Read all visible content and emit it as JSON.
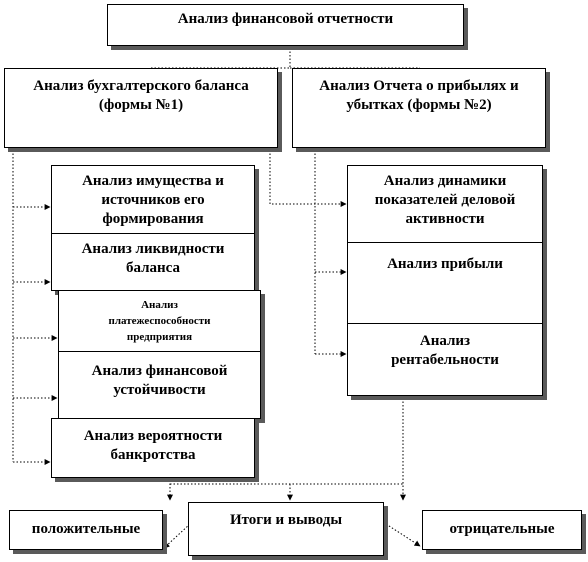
{
  "nodes": {
    "root": "Анализ финансовой отчетности",
    "balance": "Анализ бухгалтерского баланса (формы №1)",
    "profit_report": "Анализ Отчета о прибылях и убытках (формы №2)",
    "assets": "Анализ имущества и источников его формирования",
    "liquidity": "Анализ ликвидности баланса",
    "solvency": "Анализ платежеспособности предприятия",
    "stability": "Анализ финансовой устойчивости",
    "bankruptcy": "Анализ вероятности банкротства",
    "business_activity": "Анализ динамики показателей деловой активности",
    "profit": "Анализ прибыли",
    "profitability": "Анализ рентабельности",
    "results": "Итоги и выводы",
    "positive": "положительные",
    "negative": "отрицательные"
  }
}
